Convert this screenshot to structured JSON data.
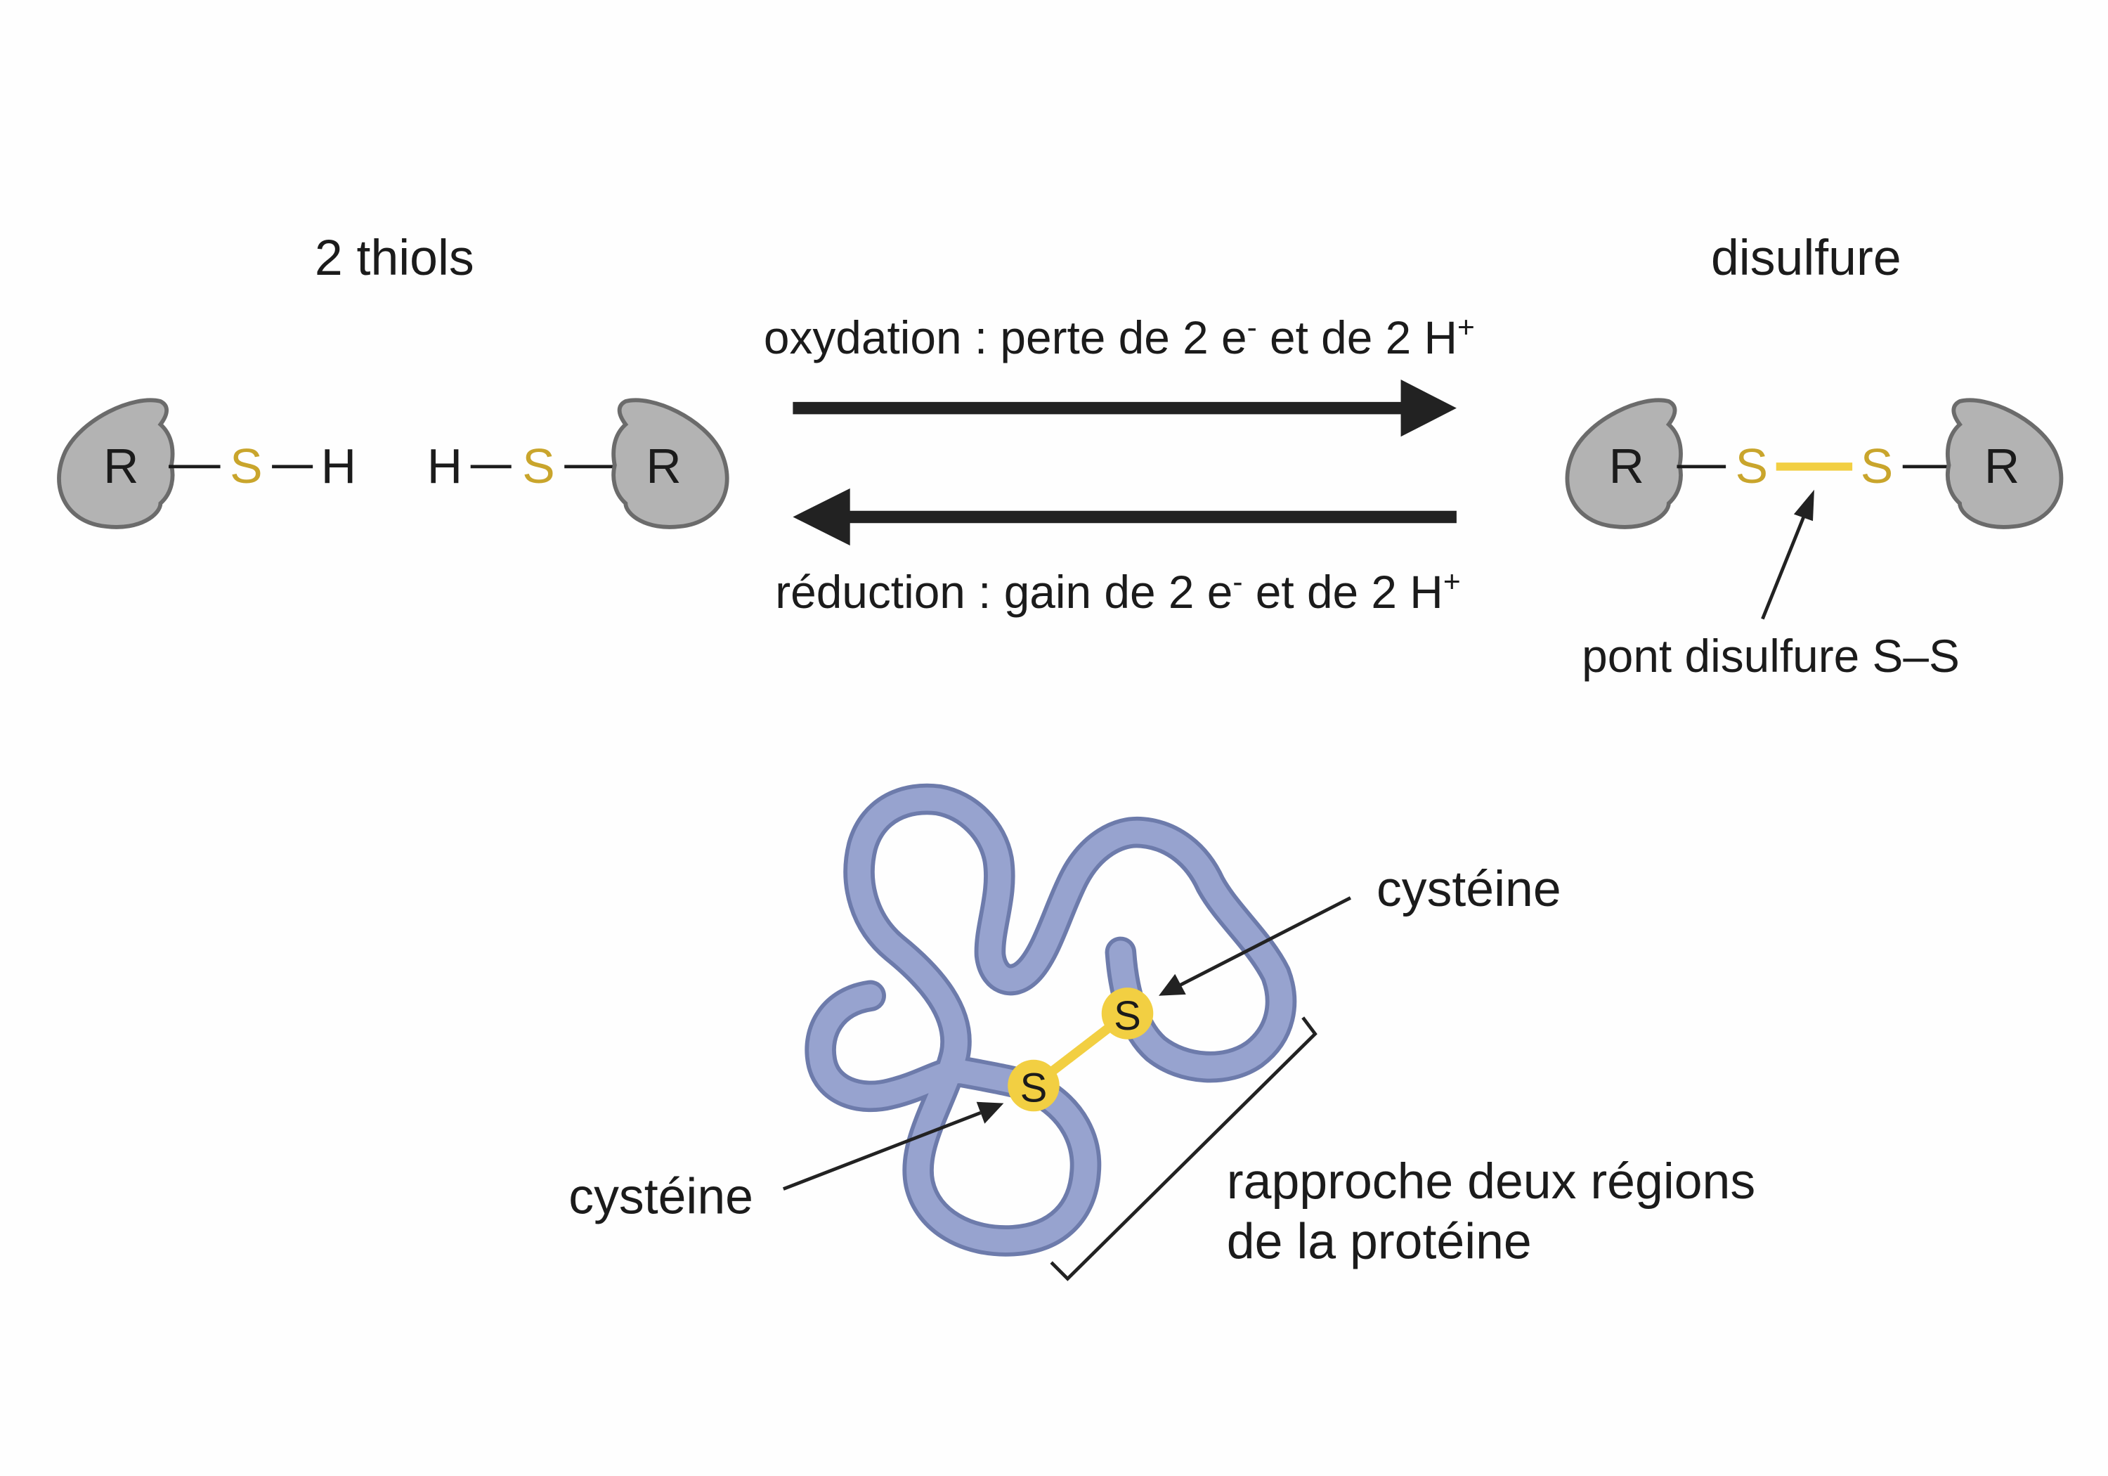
{
  "left_title": "2 thiols",
  "right_title": "disulfure",
  "forward": {
    "label": "oxydation : perte de 2 e",
    "sup_e": "-",
    "mid": " et de 2 H",
    "sup_h": "+"
  },
  "reverse": {
    "label": "réduction : gain de 2 e",
    "sup_e": "-",
    "mid": " et de 2 H",
    "sup_h": "+"
  },
  "atoms": {
    "R": "R",
    "S": "S",
    "H": "H"
  },
  "bridge_label": "pont disulfure S–S",
  "cysteine_label": "cystéine",
  "region_label": [
    "rapproche deux régions",
    "de la protéine"
  ],
  "colors": {
    "sulfur": "#c9a52c",
    "sulfur_fill": "#f2cf42",
    "blob": "#b3b3b3",
    "protein": "#97a3cf",
    "arrow": "#222222"
  }
}
